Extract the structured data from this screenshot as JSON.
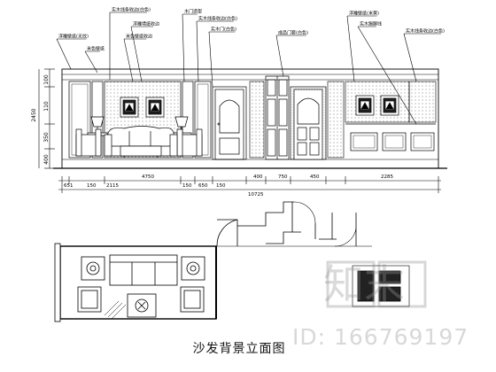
{
  "caption": "沙发背景立面图",
  "id_mark": "ID: 166769197",
  "watermark": {
    "logo_text": "知末",
    "url_text": ""
  },
  "elevation": {
    "height_labels": [
      "2450",
      "100",
      "110",
      "350",
      "400",
      "2450"
    ],
    "dimension_labels": [
      "651",
      "150",
      "2115",
      "4750",
      "150",
      "650",
      "150",
      "400",
      "750",
      "450",
      "2285",
      "10725"
    ],
    "callouts": [
      "浮雕壁纸(无纹)",
      "米色壁纸",
      "实木线条收边(白色)",
      "浮雕墙纸收边",
      "米色壁纸收边",
      "木门造型",
      "实木线条收边(白色)",
      "实木门(白色)",
      "成品门套(白色)",
      "浮雕壁纸(米黄)",
      "实木踢脚线",
      "实木线条收边(白色)"
    ]
  }
}
